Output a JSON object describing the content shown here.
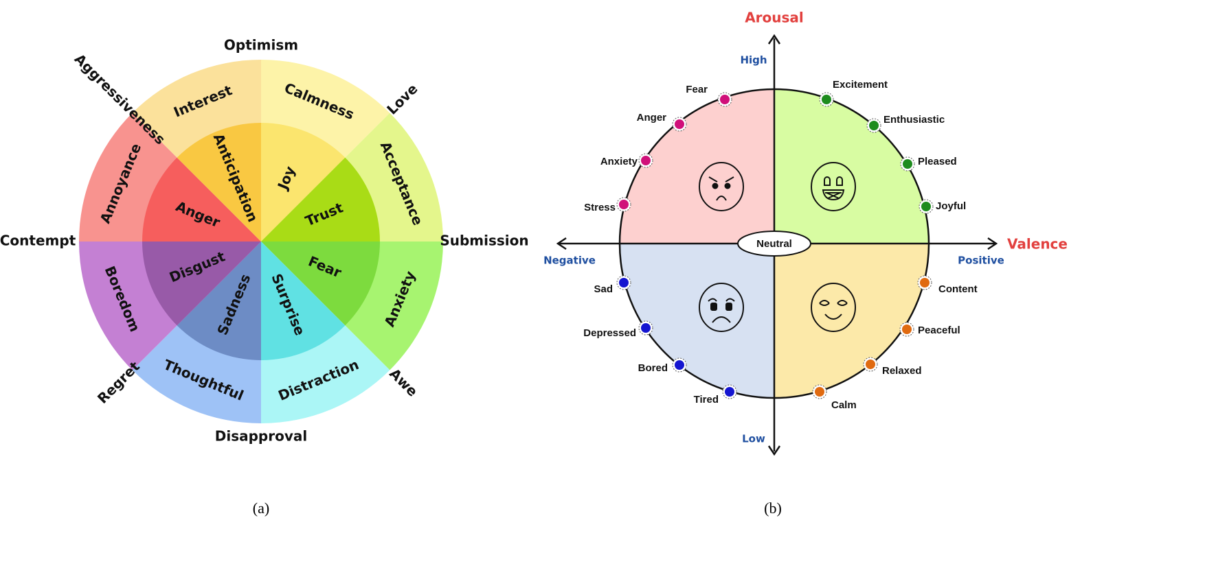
{
  "panel_a": {
    "caption": "(a)",
    "sectors": [
      {
        "outer": "Calmness",
        "inner": "Joy",
        "outer_color": "#fdf3a8",
        "inner_color": "#fbe56e"
      },
      {
        "outer": "Acceptance",
        "inner": "Trust",
        "outer_color": "#e4f68c",
        "inner_color": "#a9dc16"
      },
      {
        "outer": "Anxiety",
        "inner": "Fear",
        "outer_color": "#a7f470",
        "inner_color": "#7ddb3e"
      },
      {
        "outer": "Distraction",
        "inner": "Surprise",
        "outer_color": "#abf6f6",
        "inner_color": "#60e1e3"
      },
      {
        "outer": "Thoughtful",
        "inner": "Sadness",
        "outer_color": "#9ec2f6",
        "inner_color": "#6d8cc5"
      },
      {
        "outer": "Boredom",
        "inner": "Disgust",
        "outer_color": "#c480d3",
        "inner_color": "#985aa8"
      },
      {
        "outer": "Annoyance",
        "inner": "Anger",
        "outer_color": "#f8938f",
        "inner_color": "#f65e5d"
      },
      {
        "outer": "Interest",
        "inner": "Anticipation",
        "outer_color": "#fbe19b",
        "inner_color": "#f9c842"
      }
    ],
    "dyads": [
      "Optimism",
      "Love",
      "Submission",
      "Awe",
      "Disapproval",
      "Regret",
      "Contempt",
      "Aggressiveness"
    ]
  },
  "panel_b": {
    "caption": "(b)",
    "y_axis": {
      "title": "Arousal",
      "high": "High",
      "low": "Low"
    },
    "x_axis": {
      "title": "Valence",
      "negative": "Negative",
      "positive": "Positive"
    },
    "center_label": "Neutral",
    "quadrants": [
      {
        "name": "negative-high",
        "face": "angry",
        "color": "#fdd0cf",
        "dot_color": "#d0107a",
        "points": [
          "Fear",
          "Anger",
          "Anxiety",
          "Stress"
        ]
      },
      {
        "name": "positive-high",
        "face": "excited",
        "color": "#d8fca2",
        "dot_color": "#1e8c1e",
        "points": [
          "Excitement",
          "Enthusiastic",
          "Pleased",
          "Joyful"
        ]
      },
      {
        "name": "positive-low",
        "face": "content",
        "color": "#fce9a9",
        "dot_color": "#e06a10",
        "points": [
          "Content",
          "Peaceful",
          "Relaxed",
          "Calm"
        ]
      },
      {
        "name": "negative-low",
        "face": "sad",
        "color": "#d7e1f2",
        "dot_color": "#1515d0",
        "points": [
          "Sad",
          "Depressed",
          "Bored",
          "Tired"
        ]
      }
    ]
  }
}
